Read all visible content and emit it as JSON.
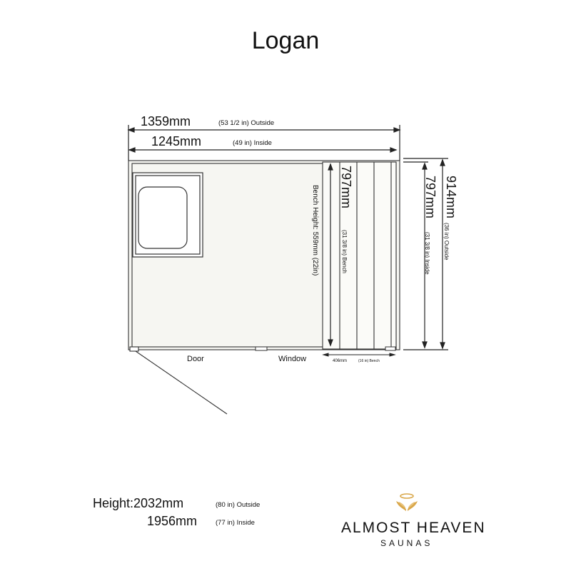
{
  "title": "Logan",
  "outside_width": {
    "value": "1359mm",
    "note": "(53 1/2 in) Outside"
  },
  "inside_width": {
    "value": "1245mm",
    "note": "(49 in) Inside"
  },
  "outside_depth": {
    "value": "914mm",
    "note": "(36 in) Outside"
  },
  "inside_depth": {
    "value": "797mm",
    "note": "(31 3/8 in) Inside"
  },
  "bench_depth": {
    "value": "797mm",
    "note": "(31 3/8 in) Bench"
  },
  "bench_height": "Bench Height: 559mm (22in)",
  "bench_width": {
    "value": "406mm",
    "note": "(16 in) Bench"
  },
  "labels": {
    "door": "Door",
    "window": "Window"
  },
  "height": {
    "outside_label": "Height:2032mm",
    "outside_note": "(80 in) Outside",
    "inside_label": "1956mm",
    "inside_note": "(77 in) Inside"
  },
  "brand": {
    "name": "ALMOST HEAVEN",
    "sub": "SAUNAS",
    "accent": "#d9a74a"
  }
}
